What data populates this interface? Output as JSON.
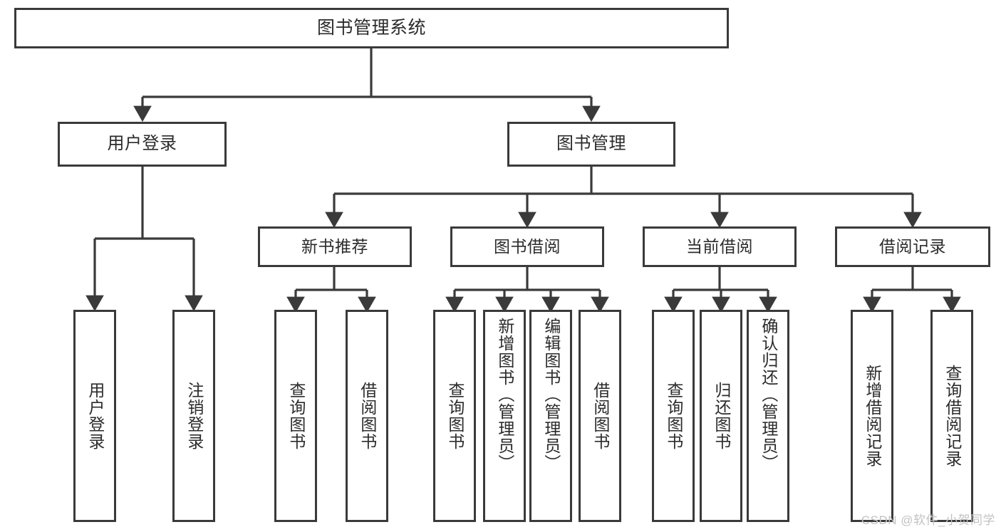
{
  "diagram": {
    "title": "图书管理系统",
    "type": "hierarchy-tree",
    "colors": {
      "box_border": "#3a3a3a",
      "box_fill": "#ffffff",
      "connector": "#3a3a3a",
      "text": "#2b2b2b",
      "watermark": "#c2c2c2",
      "background": "#ffffff"
    },
    "root": {
      "id": "root",
      "label": "图书管理系统"
    },
    "level2": [
      {
        "id": "user-login",
        "label": "用户登录"
      },
      {
        "id": "book-manage",
        "label": "图书管理"
      }
    ],
    "level3": [
      {
        "id": "new-book-rec",
        "label": "新书推荐"
      },
      {
        "id": "book-borrow",
        "label": "图书借阅"
      },
      {
        "id": "current-borrow",
        "label": "当前借阅"
      },
      {
        "id": "borrow-record",
        "label": "借阅记录"
      }
    ],
    "leaves": {
      "user_login": [
        {
          "id": "leaf-user-login",
          "label": "用户登录"
        },
        {
          "id": "leaf-logout-login",
          "label": "注销登录"
        }
      ],
      "new_book_rec": [
        {
          "id": "leaf-query-book-1",
          "label": "查询图书"
        },
        {
          "id": "leaf-borrow-book-1",
          "label": "借阅图书"
        }
      ],
      "book_borrow": [
        {
          "id": "leaf-query-book-2",
          "label": "查询图书"
        },
        {
          "id": "leaf-add-book",
          "label": "新增图书（管理员）"
        },
        {
          "id": "leaf-edit-book",
          "label": "编辑图书（管理员）"
        },
        {
          "id": "leaf-borrow-book-2",
          "label": "借阅图书"
        }
      ],
      "current_borrow": [
        {
          "id": "leaf-query-book-3",
          "label": "查询图书"
        },
        {
          "id": "leaf-return-book",
          "label": "归还图书"
        },
        {
          "id": "leaf-confirm-return",
          "label": "确认归还（管理员）"
        }
      ],
      "borrow_record": [
        {
          "id": "leaf-add-record",
          "label": "新增借阅记录"
        },
        {
          "id": "leaf-query-record",
          "label": "查询借阅记录"
        }
      ]
    }
  },
  "watermark": {
    "text": "CSDN @软件_小贺同学"
  }
}
